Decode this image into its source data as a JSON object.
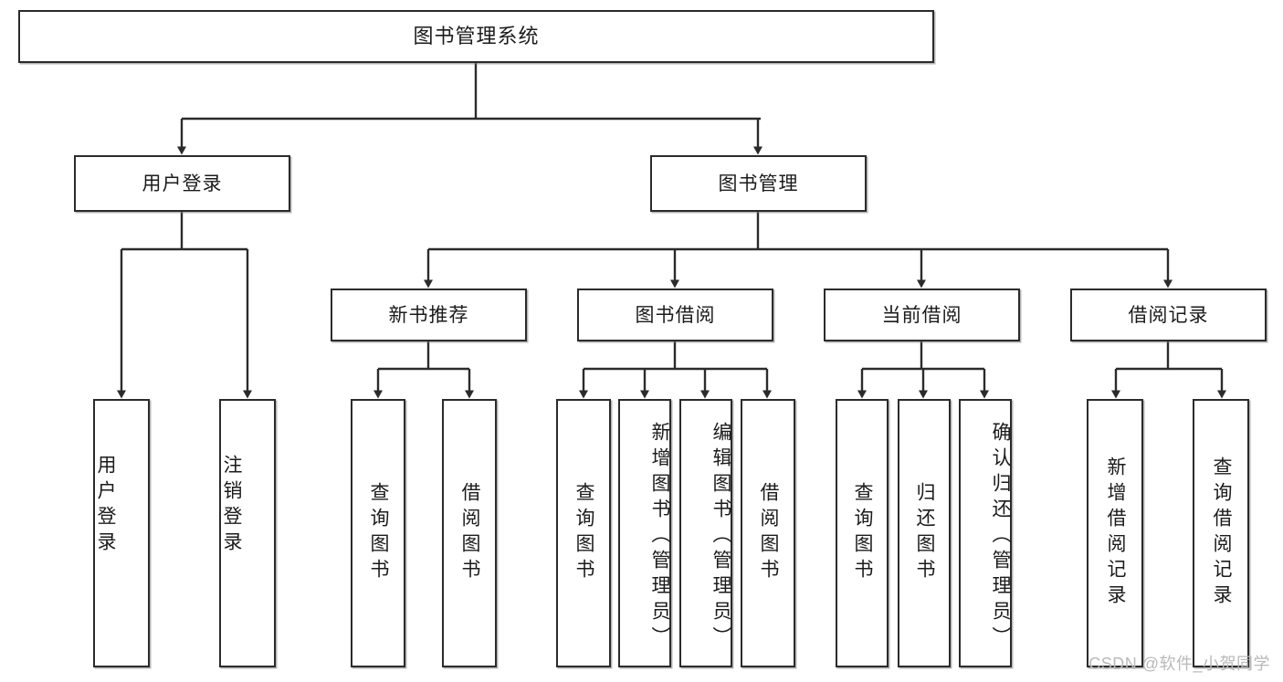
{
  "diagram": {
    "title": "图书管理系统",
    "type": "tree",
    "watermark": "CSDN @软件_小贺同学",
    "colors": {
      "box_border": "#2b2b2b",
      "box_fill": "#ffffff",
      "connector": "#2b2b2b",
      "text": "#1b1b1b",
      "watermark": "#b9b9b9"
    },
    "nodes": {
      "root": {
        "label": "图书管理系统",
        "level": 1,
        "orientation": "horizontal"
      },
      "l2": [
        {
          "id": "user_login",
          "label": "用户登录",
          "level": 2,
          "orientation": "horizontal"
        },
        {
          "id": "book_manage",
          "label": "图书管理",
          "level": 2,
          "orientation": "horizontal"
        }
      ],
      "l3": [
        {
          "id": "new_book_rec",
          "label": "新书推荐",
          "level": 3,
          "orientation": "horizontal",
          "parent": "book_manage"
        },
        {
          "id": "book_borrow",
          "label": "图书借阅",
          "level": 3,
          "orientation": "horizontal",
          "parent": "book_manage"
        },
        {
          "id": "current_borrow",
          "label": "当前借阅",
          "level": 3,
          "orientation": "horizontal",
          "parent": "book_manage"
        },
        {
          "id": "borrow_record",
          "label": "借阅记录",
          "level": 3,
          "orientation": "horizontal",
          "parent": "book_manage"
        }
      ],
      "leaves": [
        {
          "id": "leaf_user_login",
          "label": "用户登录",
          "parent": "user_login",
          "orientation": "vertical"
        },
        {
          "id": "leaf_logout",
          "label": "注销登录",
          "parent": "user_login",
          "orientation": "vertical"
        },
        {
          "id": "leaf_query_book_1",
          "label": "查询图书",
          "parent": "new_book_rec",
          "orientation": "vertical"
        },
        {
          "id": "leaf_borrow_book_1",
          "label": "借阅图书",
          "parent": "new_book_rec",
          "orientation": "vertical"
        },
        {
          "id": "leaf_query_book_2",
          "label": "查询图书",
          "parent": "book_borrow",
          "orientation": "vertical"
        },
        {
          "id": "leaf_add_book",
          "label": "新增图书（管理员）",
          "parent": "book_borrow",
          "orientation": "vertical"
        },
        {
          "id": "leaf_edit_book",
          "label": "编辑图书（管理员）",
          "parent": "book_borrow",
          "orientation": "vertical"
        },
        {
          "id": "leaf_borrow_book_2",
          "label": "借阅图书",
          "parent": "book_borrow",
          "orientation": "vertical"
        },
        {
          "id": "leaf_query_book_3",
          "label": "查询图书",
          "parent": "current_borrow",
          "orientation": "vertical"
        },
        {
          "id": "leaf_return_book",
          "label": "归还图书",
          "parent": "current_borrow",
          "orientation": "vertical"
        },
        {
          "id": "leaf_confirm_return",
          "label": "确认归还（管理员）",
          "parent": "current_borrow",
          "orientation": "vertical"
        },
        {
          "id": "leaf_add_record",
          "label": "新增借阅记录",
          "parent": "borrow_record",
          "orientation": "vertical"
        },
        {
          "id": "leaf_query_record",
          "label": "查询借阅记录",
          "parent": "borrow_record",
          "orientation": "vertical"
        }
      ]
    }
  }
}
